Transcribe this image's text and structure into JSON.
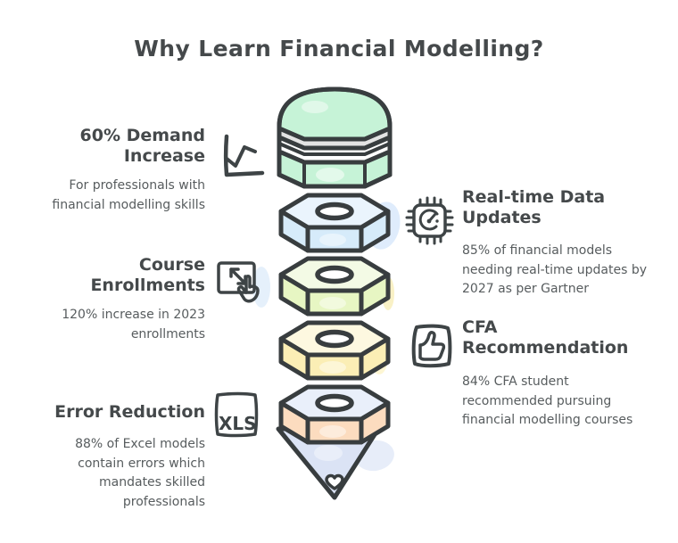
{
  "title": "Why Learn Financial Modelling?",
  "palette": {
    "outline": "#383d3f",
    "heading_text": "#45494b",
    "body_text": "#575c5e",
    "background": "#ffffff"
  },
  "left_items": [
    {
      "heading": "60% Demand\nIncrease",
      "description": "For professionals with\nfinancial modelling skills",
      "icon": "line-chart-icon"
    },
    {
      "heading": "Course\nEnrollments",
      "description": "120% increase in 2023\nenrollments",
      "icon": "tap-expand-icon"
    },
    {
      "heading": "Error Reduction",
      "description": "88% of Excel models\ncontain errors which\nmandates skilled\nprofessionals",
      "icon": "xls-file-icon",
      "icon_label": "XLS"
    }
  ],
  "right_items": [
    {
      "heading": "Real-time Data\nUpdates",
      "description": "85% of financial models\nneeding real-time updates by\n2027 as per Gartner",
      "icon": "chip-gauge-icon"
    },
    {
      "heading": "CFA\nRecommendation",
      "description": "84% CFA student\nrecommended pursuing\nfinancial modelling courses",
      "icon": "thumbs-up-icon"
    }
  ],
  "funnel": {
    "layers": [
      {
        "name": "top-drum",
        "side": "#c6f3d7",
        "band": "#e3e3e3",
        "top": "#c6f3d7"
      },
      {
        "name": "hex-nut-blue",
        "side": "#d6ebfa",
        "top": "#eaf4fd"
      },
      {
        "name": "hex-nut-green",
        "side": "#e7f6c3",
        "top": "#f3fae5"
      },
      {
        "name": "hex-nut-yellow",
        "side": "#fbeeb5",
        "top": "#fdf8e0"
      },
      {
        "name": "hex-nut-peach",
        "side": "#fcdcbf",
        "top": "#e9effa"
      },
      {
        "name": "cone",
        "side": "#dbe3f5"
      }
    ]
  }
}
